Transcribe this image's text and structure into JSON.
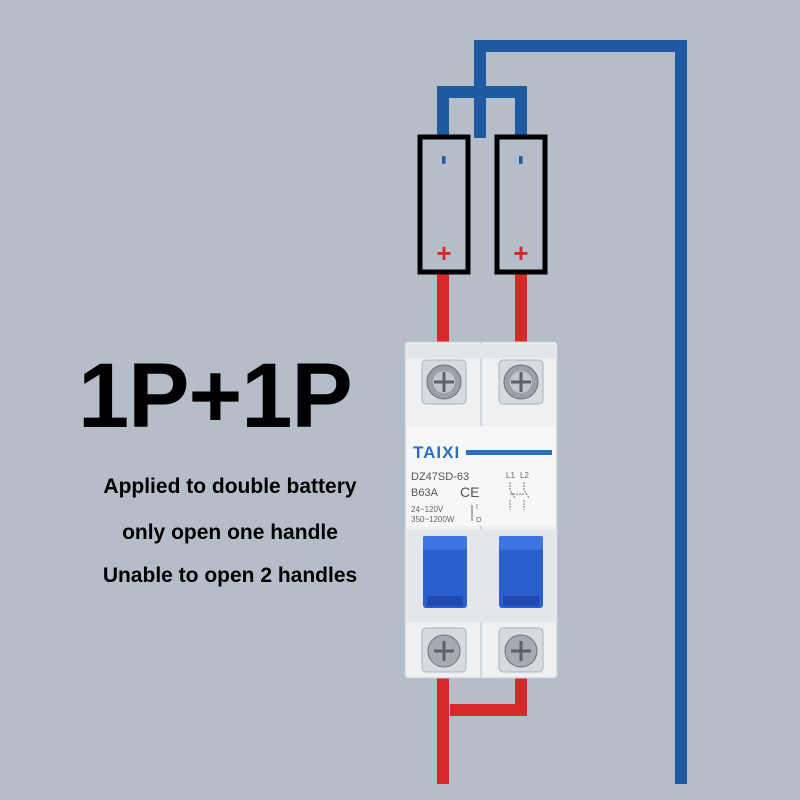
{
  "headline": "1P+1P",
  "notes": [
    "Applied to double battery",
    "only open one handle",
    "Unable to open 2 handles"
  ],
  "battery_terminals": {
    "negative": "-",
    "positive": "+"
  },
  "breaker": {
    "brand": "TAIXI",
    "model": "DZ47SD-63",
    "rating": "B63A",
    "certification": "CE",
    "poles": [
      "L1",
      "L2"
    ],
    "voltage": "24~120V",
    "power": "350~1200W",
    "switch_marks": {
      "on": "I",
      "off": "O"
    }
  },
  "colors": {
    "background": "#b5bec8",
    "negative_wire": "#1f5aa0",
    "positive_wire": "#d62a2a",
    "brand": "#2a6fc0",
    "handle": "#2b5fd0"
  }
}
